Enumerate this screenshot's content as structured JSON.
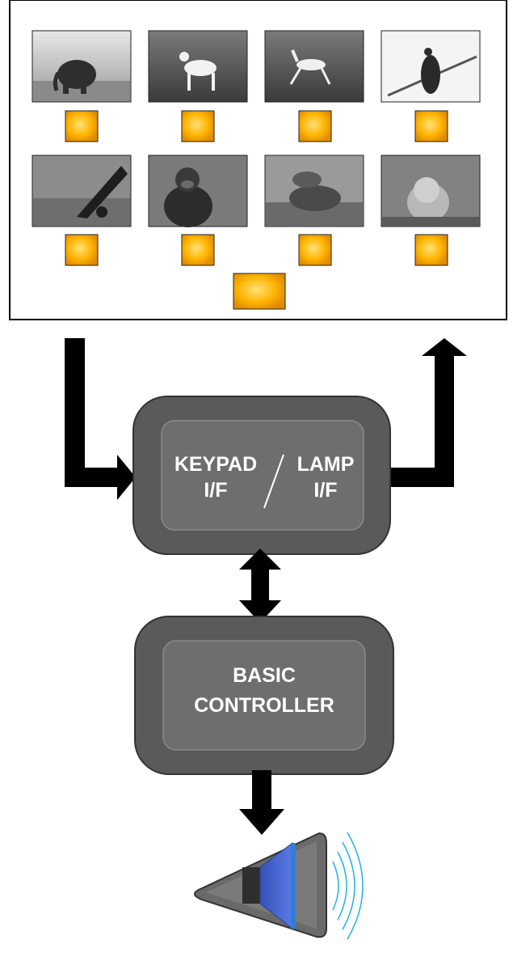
{
  "panel": {
    "photos": [
      {
        "subject": "elephant"
      },
      {
        "subject": "goat"
      },
      {
        "subject": "antelope"
      },
      {
        "subject": "vulture"
      },
      {
        "subject": "eagle"
      },
      {
        "subject": "chimpanzee"
      },
      {
        "subject": "hippopotamus"
      },
      {
        "subject": "lion"
      }
    ],
    "button_color": "#ffb400",
    "lamp_color": "#ffc000"
  },
  "interface_block": {
    "left_line1": "KEYPAD",
    "left_line2": "I/F",
    "right_line1": "LAMP",
    "right_line2": "I/F"
  },
  "controller_block": {
    "line1": "BASIC",
    "line2": "CONTROLLER"
  },
  "speaker": {
    "cone_color": "#3f5fcf",
    "wave_color": "#1cb4e8"
  },
  "colors": {
    "block_face": "#6e6e6e",
    "block_edge": "#4a4a4a",
    "arrow": "#000000"
  }
}
